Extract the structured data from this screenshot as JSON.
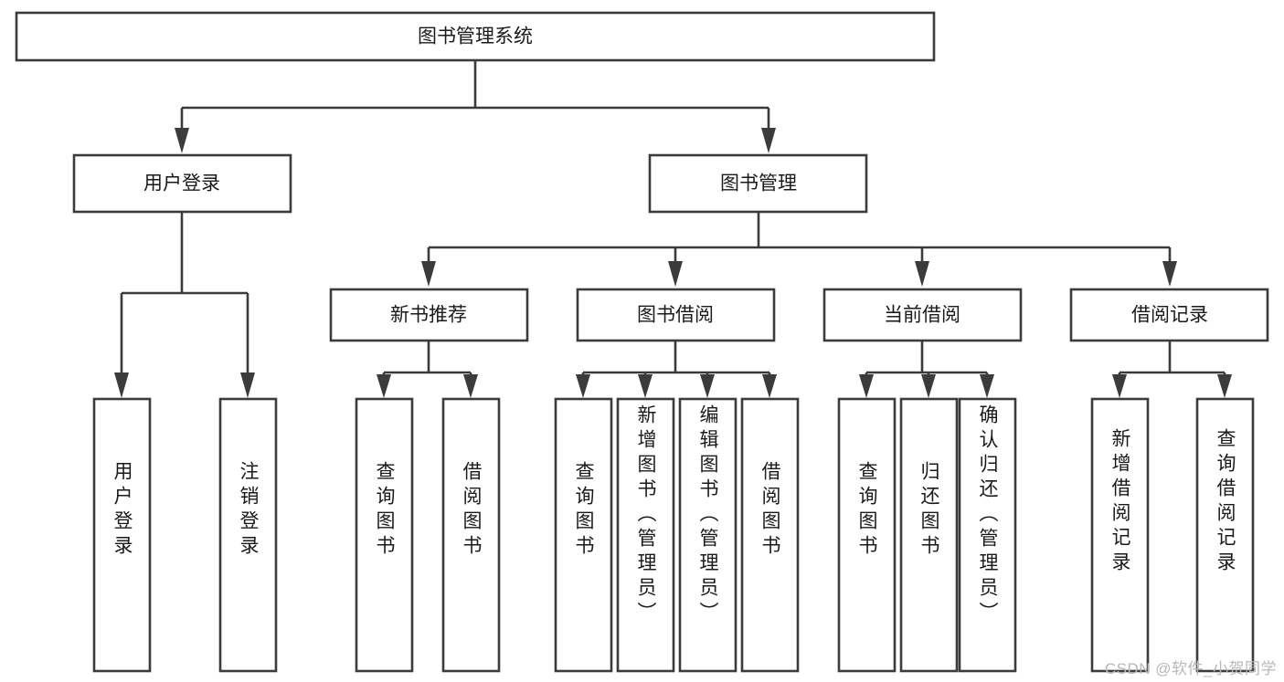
{
  "diagram": {
    "type": "tree-hierarchy",
    "title": "图书管理系统",
    "orientation": "top-down",
    "colors": {
      "box_stroke": "#3b3b3b",
      "box_fill": "#ffffff",
      "text": "#1a1a1a",
      "background": "#ffffff",
      "watermark": "#b8b8b8"
    },
    "root": {
      "label": "图书管理系统"
    },
    "level2": [
      {
        "id": "user-login",
        "label": "用户登录"
      },
      {
        "id": "book-management",
        "label": "图书管理"
      }
    ],
    "level3": [
      {
        "id": "new-book-recommend",
        "label": "新书推荐",
        "parent": "book-management"
      },
      {
        "id": "book-borrow",
        "label": "图书借阅",
        "parent": "book-management"
      },
      {
        "id": "current-borrow",
        "label": "当前借阅",
        "parent": "book-management"
      },
      {
        "id": "borrow-record",
        "label": "借阅记录",
        "parent": "book-management"
      }
    ],
    "leaves": [
      {
        "id": "leaf-user-login",
        "label": "用户登录",
        "parent": "user-login"
      },
      {
        "id": "leaf-logout-login",
        "label": "注销登录",
        "parent": "user-login"
      },
      {
        "id": "leaf-query-book-1",
        "label": "查询图书",
        "parent": "new-book-recommend"
      },
      {
        "id": "leaf-borrow-book-1",
        "label": "借阅图书",
        "parent": "new-book-recommend"
      },
      {
        "id": "leaf-query-book-2",
        "label": "查询图书",
        "parent": "book-borrow"
      },
      {
        "id": "leaf-add-book-admin",
        "label": "新增图书（管理员）",
        "parent": "book-borrow"
      },
      {
        "id": "leaf-edit-book-admin",
        "label": "编辑图书（管理员）",
        "parent": "book-borrow"
      },
      {
        "id": "leaf-borrow-book-2",
        "label": "借阅图书",
        "parent": "book-borrow"
      },
      {
        "id": "leaf-query-book-3",
        "label": "查询图书",
        "parent": "current-borrow"
      },
      {
        "id": "leaf-return-book",
        "label": "归还图书",
        "parent": "current-borrow"
      },
      {
        "id": "leaf-confirm-return-admin",
        "label": "确认归还（管理员）",
        "parent": "current-borrow"
      },
      {
        "id": "leaf-add-borrow-record",
        "label": "新增借阅记录",
        "parent": "borrow-record"
      },
      {
        "id": "leaf-query-borrow-record",
        "label": "查询借阅记录",
        "parent": "borrow-record"
      }
    ],
    "watermark": "CSDN @软件_小贺同学"
  }
}
